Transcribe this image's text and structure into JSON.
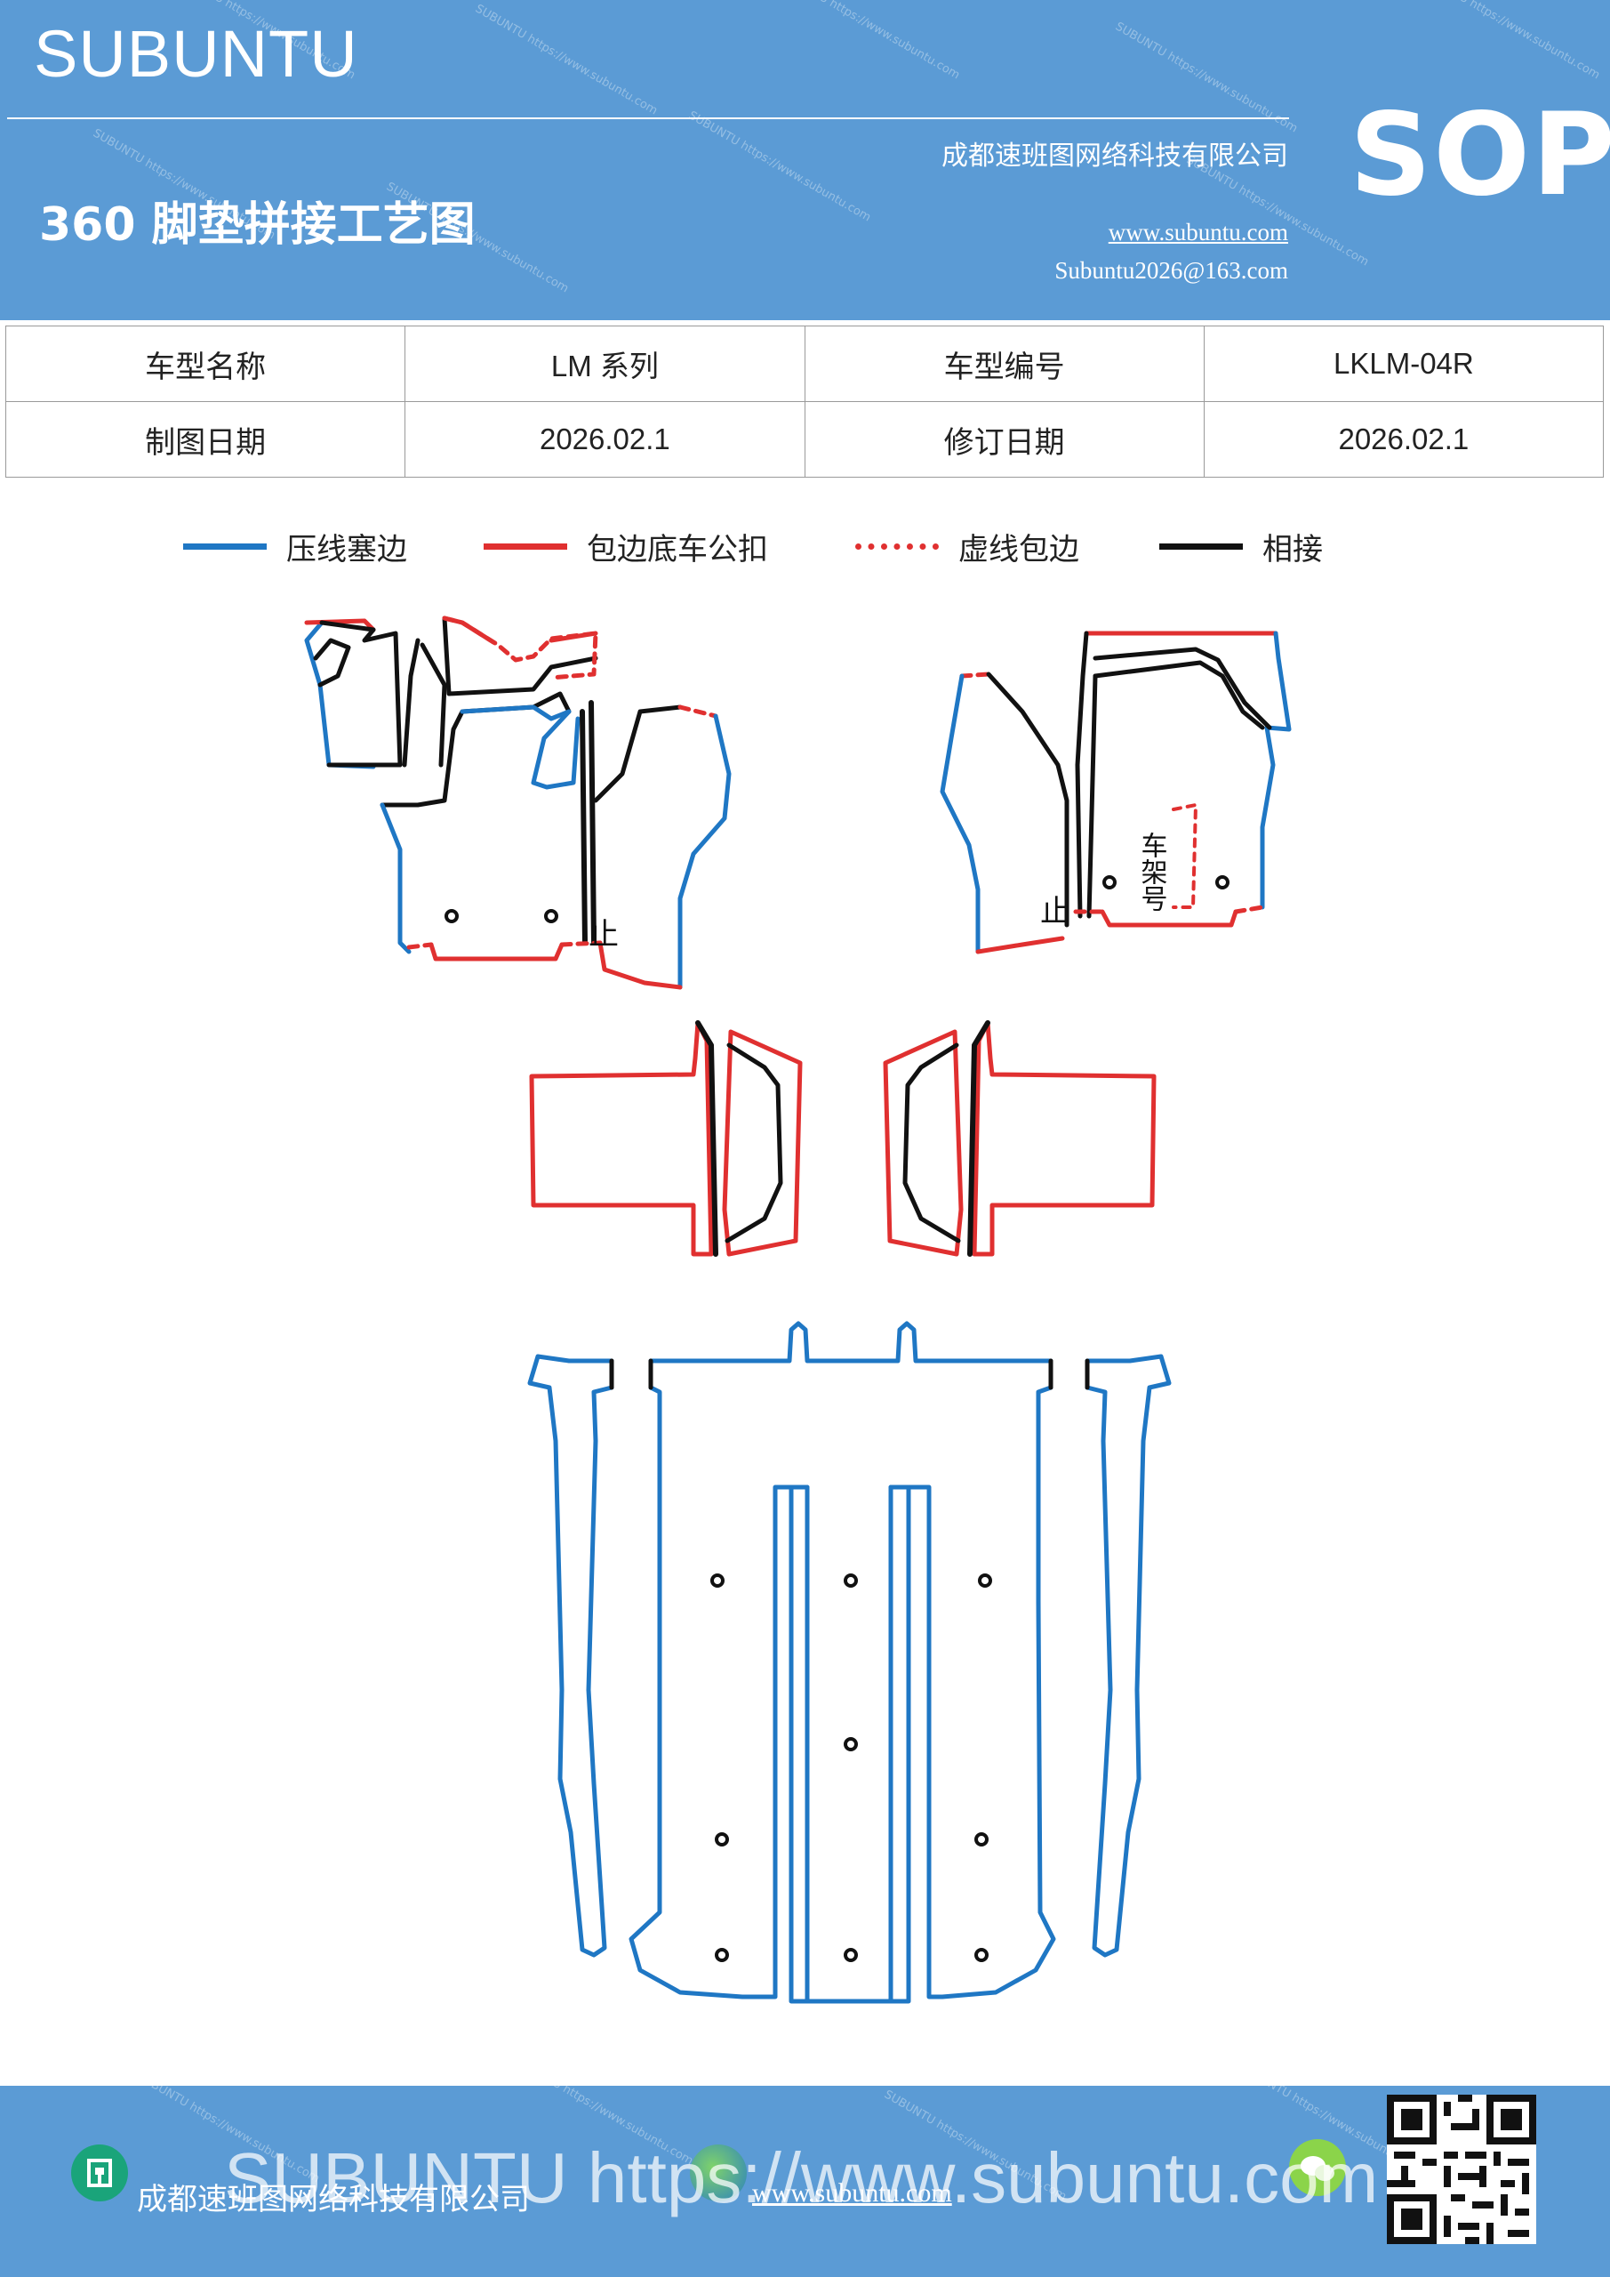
{
  "header": {
    "brand": "SUBUNTU",
    "title": "360 脚垫拼接工艺图",
    "company": "成都速班图网络科技有限公司",
    "website": "www.subuntu.com",
    "email": "Subuntu2026@163.com",
    "badge": "SOP"
  },
  "info_table": {
    "rows": [
      {
        "label1": "车型名称",
        "value1": "LM 系列",
        "label2": "车型编号",
        "value2": "LKLM-04R"
      },
      {
        "label1": "制图日期",
        "value1": "2026.02.1",
        "label2": "修订日期",
        "value2": "2026.02.1"
      }
    ]
  },
  "legend": {
    "items": [
      {
        "label": "压线塞边",
        "color": "#1f77c4",
        "style": "solid"
      },
      {
        "label": "包边底车公扣",
        "color": "#e03030",
        "style": "solid"
      },
      {
        "label": "虚线包边",
        "color": "#e03030",
        "style": "dashed"
      },
      {
        "label": "相接",
        "color": "#111111",
        "style": "solid"
      }
    ]
  },
  "drawing": {
    "vin_label": "车架号",
    "stop_mark": "止"
  },
  "footer": {
    "company": "成都速班图网络科技有限公司",
    "website": "www.subuntu.com",
    "overlay_text": "SUBUNTU https://www.subuntu.com"
  },
  "colors": {
    "header_bg": "#5b9bd5",
    "blue_line": "#1f77c4",
    "red_line": "#e03030",
    "black_line": "#111111"
  }
}
